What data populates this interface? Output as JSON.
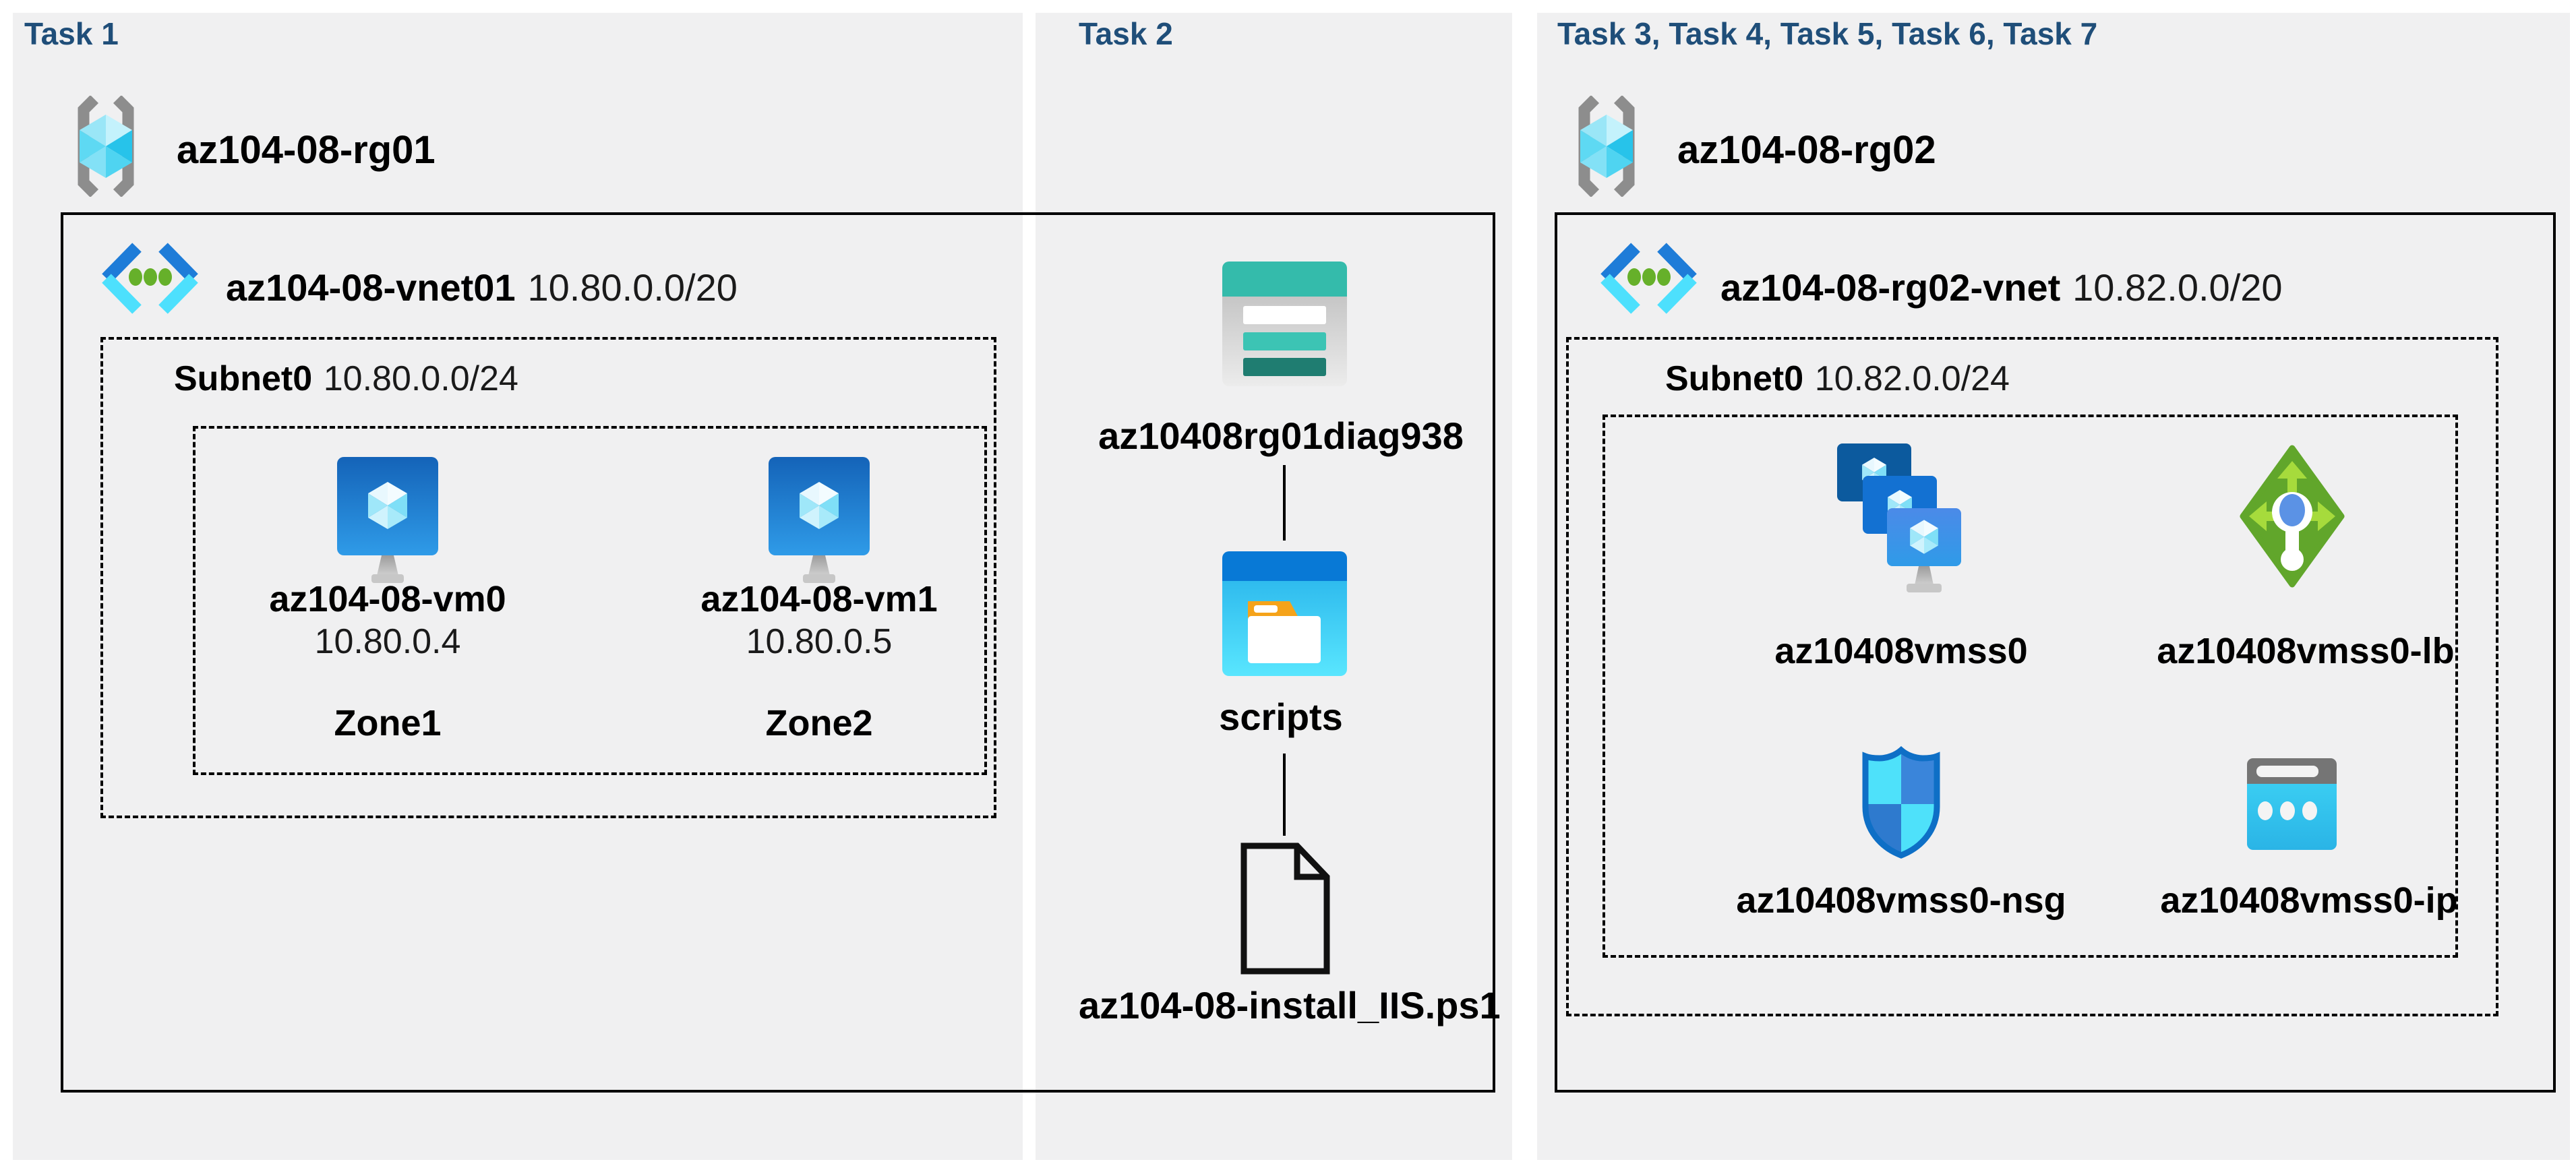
{
  "colors": {
    "panel_bg": "#f0f0f1",
    "task_header": "#1f4e79",
    "box_border": "#000000",
    "vm_blue_top": "#1463b8",
    "vm_blue_bottom": "#2f9be8",
    "vnet_chevron_dark": "#1e7cd8",
    "vnet_chevron_light": "#4de0fd",
    "vnet_dot_green": "#66b02a",
    "lb_green": "#61a62b",
    "lb_arrow_green": "#a6db3c",
    "nsg_outline_blue": "#0e6fc6",
    "storage_teal": "#34bbab",
    "container_blue": "#0879d6",
    "folder_tab_orange": "#f5a31a",
    "ip_cyan": "#35c8ef"
  },
  "panels": [
    {
      "header": "Task 1",
      "rg": "az104-08-rg01",
      "vnet_name": "az104-08-vnet01",
      "vnet_cidr": "10.80.0.0/20",
      "subnet_name": "Subnet0",
      "subnet_cidr": "10.80.0.0/24",
      "vms": [
        {
          "name": "az104-08-vm0",
          "ip": "10.80.0.4",
          "zone": "Zone1"
        },
        {
          "name": "az104-08-vm1",
          "ip": "10.80.0.5",
          "zone": "Zone2"
        }
      ]
    },
    {
      "header": "Task 2",
      "storage_account": "az10408rg01diag938",
      "container": "scripts",
      "file": "az104-08-install_IIS.ps1"
    },
    {
      "header": "Task 3, Task 4, Task 5, Task 6, Task 7",
      "rg": "az104-08-rg02",
      "vnet_name": "az104-08-rg02-vnet",
      "vnet_cidr": "10.82.0.0/20",
      "subnet_name": "Subnet0",
      "subnet_cidr": "10.82.0.0/24",
      "resources": [
        {
          "name": "az10408vmss0",
          "type": "vm-scale-set"
        },
        {
          "name": "az10408vmss0-lb",
          "type": "load-balancer"
        },
        {
          "name": "az10408vmss0-nsg",
          "type": "network-security-group"
        },
        {
          "name": "az10408vmss0-ip",
          "type": "public-ip"
        }
      ]
    }
  ]
}
